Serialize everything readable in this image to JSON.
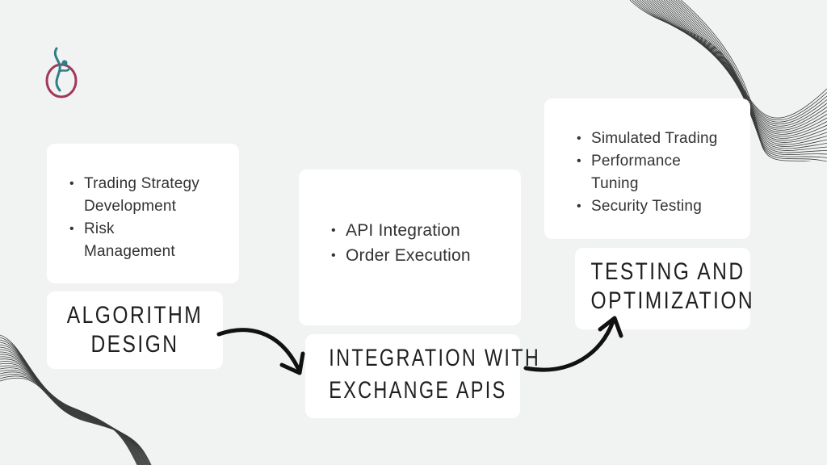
{
  "stages": [
    {
      "title_lines": [
        "ALGORITHM",
        "DESIGN"
      ],
      "items": [
        "Trading Strategy Development",
        "Risk Management"
      ]
    },
    {
      "title_lines": [
        "INTEGRATION WITH",
        "EXCHANGE APIS"
      ],
      "items": [
        "API Integration",
        "Order Execution"
      ]
    },
    {
      "title_lines": [
        "TESTING AND",
        "OPTIMIZATION"
      ],
      "items": [
        "Simulated Trading",
        "Performance Tuning",
        "Security Testing"
      ]
    }
  ],
  "colors": {
    "background": "#f1f3f3",
    "card": "#ffffff",
    "logo_ring": "#a1375a",
    "logo_figure": "#2f7f86",
    "arrow": "#111111"
  },
  "icons": {
    "logo": "person-in-circle-logo",
    "arrow": "curved-arrow"
  }
}
